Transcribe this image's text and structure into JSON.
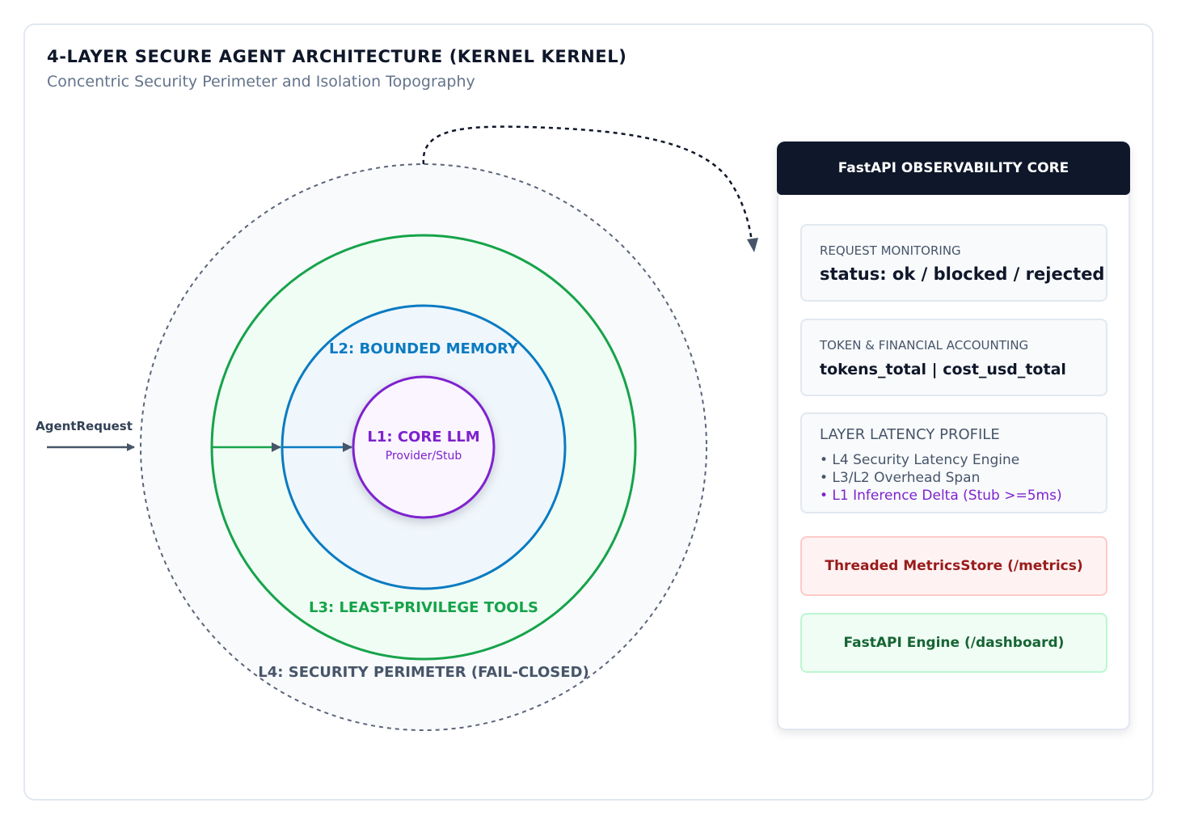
{
  "header": {
    "title": "4-LAYER SECURE AGENT ARCHITECTURE (KERNEL KERNEL)",
    "subtitle": "Concentric Security Perimeter and Isolation Topography"
  },
  "diagram": {
    "input_label": "AgentRequest",
    "l4_label": "L4: SECURITY PERIMETER (FAIL-CLOSED)",
    "l3_label": "L3: LEAST-PRIVILEGE TOOLS",
    "l2_label": "L2: BOUNDED MEMORY",
    "l1_label": "L1: CORE LLM",
    "l1_sublabel": "Provider/Stub",
    "colors": {
      "l4": "#5b6478",
      "l3": "#16a34a",
      "l2": "#0a7bc2",
      "l1": "#7e22ce"
    }
  },
  "panel": {
    "title": "FastAPI OBSERVABILITY CORE",
    "request_monitoring": {
      "label": "REQUEST MONITORING",
      "value": "status: ok / blocked / rejected"
    },
    "token_accounting": {
      "label": "TOKEN & FINANCIAL ACCOUNTING",
      "value": "tokens_total | cost_usd_total"
    },
    "latency_profile": {
      "label": "LAYER LATENCY PROFILE",
      "items": [
        "• L4 Security Latency Engine",
        "• L3/L2 Overhead Span",
        "• L1 Inference Delta (Stub >=5ms)"
      ]
    },
    "metrics_store": "Threaded MetricsStore (/metrics)",
    "fastapi_engine": "FastAPI Engine (/dashboard)"
  }
}
